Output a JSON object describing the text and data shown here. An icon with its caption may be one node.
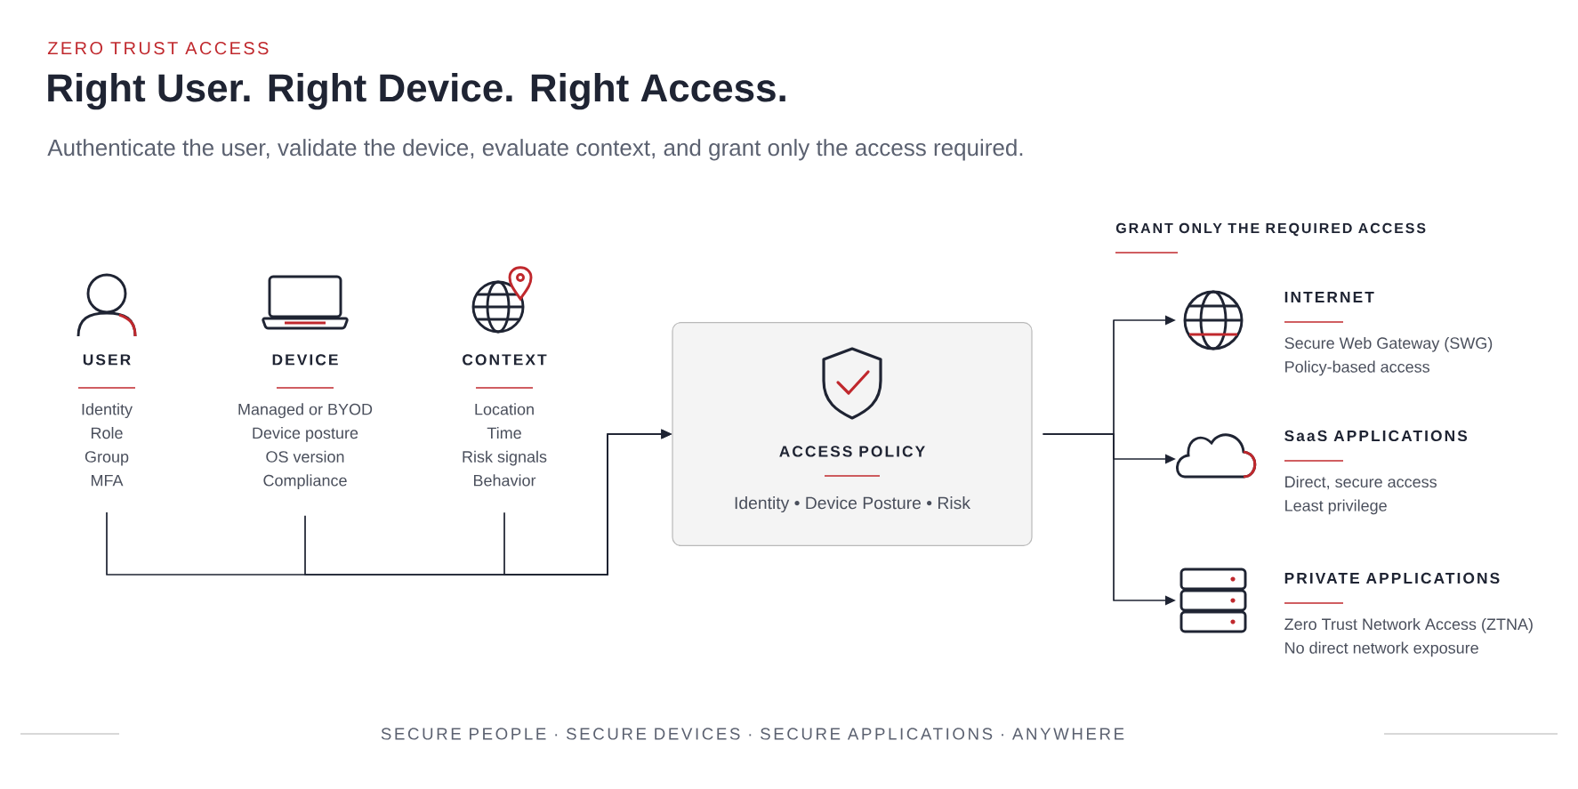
{
  "diagram": {
    "title": "Right User. Right Device. Right Access.",
    "nodes": [
      {
        "text": [
          "USER",
          "Identity",
          "Role",
          "Group",
          "MFA"
        ]
      },
      {
        "text": [
          "DEVICE",
          "Managed or BYOD",
          "Device posture",
          "OS version",
          "Compliance"
        ]
      },
      {
        "text": [
          "CONTEXT",
          "Location",
          "Time",
          "Risk signals",
          "Behavior"
        ]
      },
      {
        "text": [
          "ACCESS POLICY",
          "Identity • Device Posture • Risk"
        ]
      },
      {
        "text": [
          "INTERNET",
          "Secure Web Gateway (SWG)",
          "Policy-based access"
        ]
      },
      {
        "text": [
          "SaaS APPLICATIONS",
          "Direct, secure access",
          "Least privilege"
        ]
      },
      {
        "text": [
          "PRIVATE APPLICATIONS",
          "Zero Trust Network Access (ZTNA)",
          "No direct network exposure"
        ]
      }
    ],
    "edges": [
      {
        "from": 0,
        "to": 3,
        "arrow": "to"
      },
      {
        "from": 1,
        "to": 3,
        "arrow": "to"
      },
      {
        "from": 2,
        "to": 3,
        "arrow": "to"
      },
      {
        "from": 3,
        "to": 4,
        "arrow": "to"
      },
      {
        "from": 3,
        "to": 5,
        "arrow": "to"
      },
      {
        "from": 3,
        "to": 6,
        "arrow": "to"
      }
    ],
    "labels": [
      "ZERO TRUST ACCESS",
      "Authenticate the user, validate the device, evaluate context, and grant only the access required.",
      "GRANT ONLY THE REQUIRED ACCESS",
      "SECURE PEOPLE · SECURE DEVICES · SECURE APPLICATIONS · ANYWHERE"
    ]
  }
}
